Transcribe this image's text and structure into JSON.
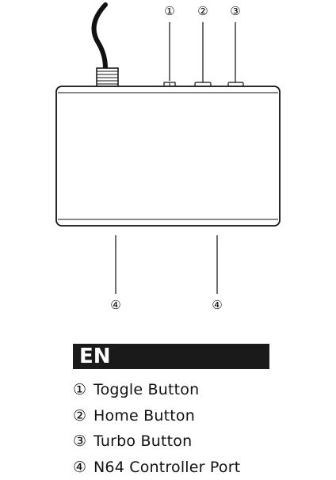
{
  "diagram": {
    "markers": {
      "m1": "①",
      "m2": "②",
      "m3": "③",
      "m4a": "④",
      "m4b": "④"
    },
    "colors": {
      "line": "#111111",
      "background": "#ffffff"
    }
  },
  "language": {
    "code": "EN"
  },
  "legend": {
    "items": [
      {
        "number": "①",
        "label": "Toggle Button"
      },
      {
        "number": "②",
        "label": "Home Button"
      },
      {
        "number": "③",
        "label": "Turbo Button"
      },
      {
        "number": "④",
        "label": "N64 Controller Port"
      }
    ]
  }
}
